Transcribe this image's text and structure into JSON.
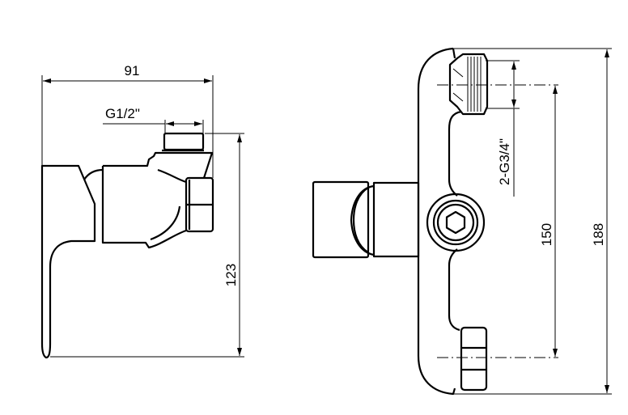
{
  "drawing": {
    "side_view": {
      "width_dim": "91",
      "height_dim": "123",
      "outlet_thread": "G1/2\""
    },
    "front_view": {
      "inlet_thread": "2-G3/4\"",
      "center_distance_dim": "150",
      "height_dim": "188"
    },
    "colors": {
      "line": "#000000",
      "background": "#ffffff"
    }
  }
}
